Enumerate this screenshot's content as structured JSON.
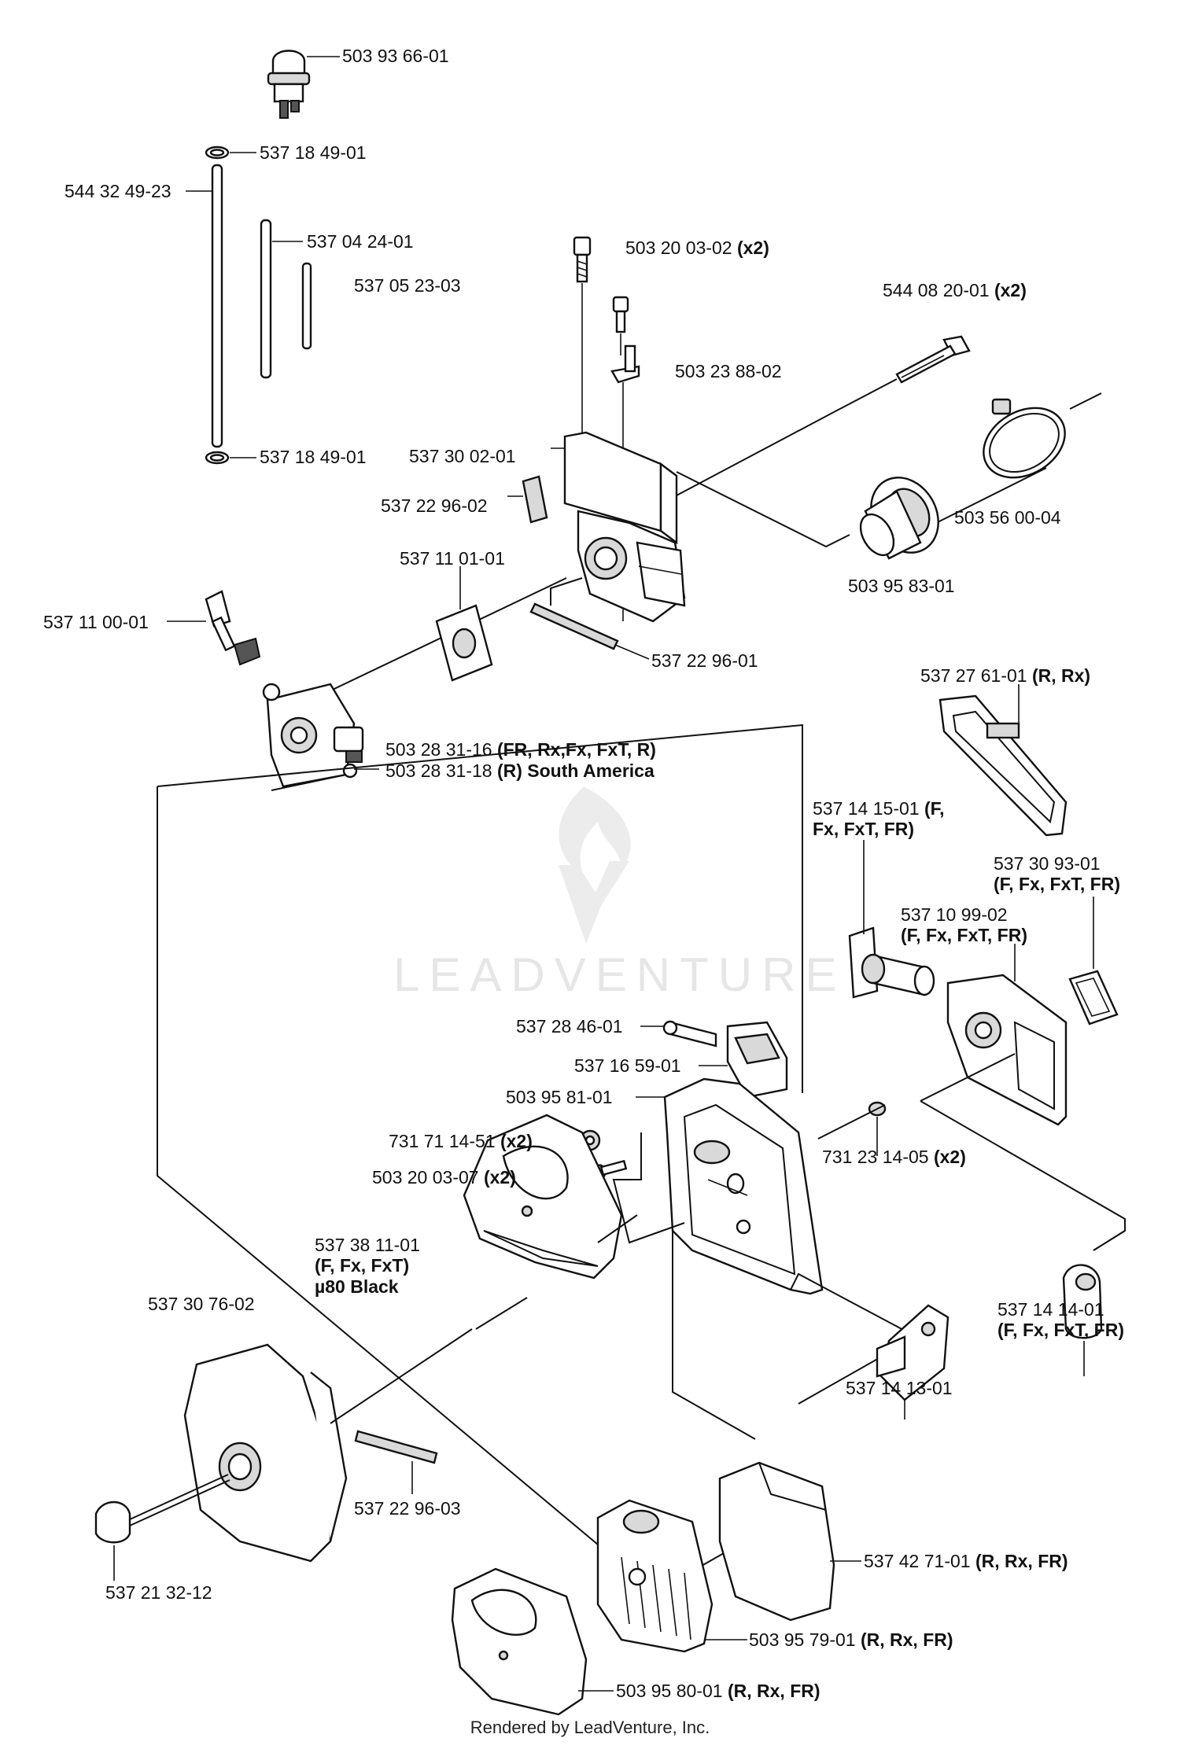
{
  "footer": "Rendered by LeadVenture, Inc.",
  "watermark": "LEADVENTURE",
  "callouts": [
    {
      "num": "503 93 66-01",
      "note": ""
    },
    {
      "num": "537 18 49-01",
      "note": ""
    },
    {
      "num": "544 32 49-23",
      "note": ""
    },
    {
      "num": "537 04 24-01",
      "note": ""
    },
    {
      "num": "537 05 23-03",
      "note": ""
    },
    {
      "num": "537 18 49-01",
      "note": ""
    },
    {
      "num": "503 20 03-02",
      "note": "(x2)"
    },
    {
      "num": "544 08 20-01",
      "note": "(x2)"
    },
    {
      "num": "503 23 88-02",
      "note": ""
    },
    {
      "num": "537 30 02-01",
      "note": ""
    },
    {
      "num": "537 22 96-02",
      "note": ""
    },
    {
      "num": "503 56 00-04",
      "note": ""
    },
    {
      "num": "537 11 01-01",
      "note": ""
    },
    {
      "num": "503 95 83-01",
      "note": ""
    },
    {
      "num": "537 11 00-01",
      "note": ""
    },
    {
      "num": "537 22 96-01",
      "note": ""
    },
    {
      "num": "537 27 61-01",
      "note": "(R, Rx)"
    },
    {
      "num": "503 28 31-16",
      "note": "(FR, Rx,Fx, FxT, R)"
    },
    {
      "num": "503 28 31-18",
      "note": "(R) South America"
    },
    {
      "num": "537 14 15-01",
      "note": "(F,",
      "sub": "Fx, FxT, FR)"
    },
    {
      "num": "537 30 93-01",
      "note": "",
      "sub": "(F, Fx, FxT, FR)"
    },
    {
      "num": "537 10 99-02",
      "note": "",
      "sub": "(F, Fx, FxT, FR)"
    },
    {
      "num": "537 28 46-01",
      "note": ""
    },
    {
      "num": "537 16 59-01",
      "note": ""
    },
    {
      "num": "503 95 81-01",
      "note": ""
    },
    {
      "num": "731 71 14-51",
      "note": "(x2)"
    },
    {
      "num": "731 23 14-05",
      "note": "(x2)"
    },
    {
      "num": "503 20 03-07",
      "note": "(x2)"
    },
    {
      "num": "537 38 11-01",
      "note": "",
      "sub": "(F, Fx, FxT)",
      "sub2": "µ80 Black"
    },
    {
      "num": "537 30 76-02",
      "note": ""
    },
    {
      "num": "537 14 14-01",
      "note": "",
      "sub": "(F, Fx, FxT, FR)"
    },
    {
      "num": "537 14 13-01",
      "note": ""
    },
    {
      "num": "537 22 96-03",
      "note": ""
    },
    {
      "num": "537 42 71-01",
      "note": "(R, Rx, FR)"
    },
    {
      "num": "537 21 32-12",
      "note": ""
    },
    {
      "num": "503 95 79-01",
      "note": "(R, Rx, FR)"
    },
    {
      "num": "503 95 80-01",
      "note": "(R, Rx, FR)"
    }
  ]
}
